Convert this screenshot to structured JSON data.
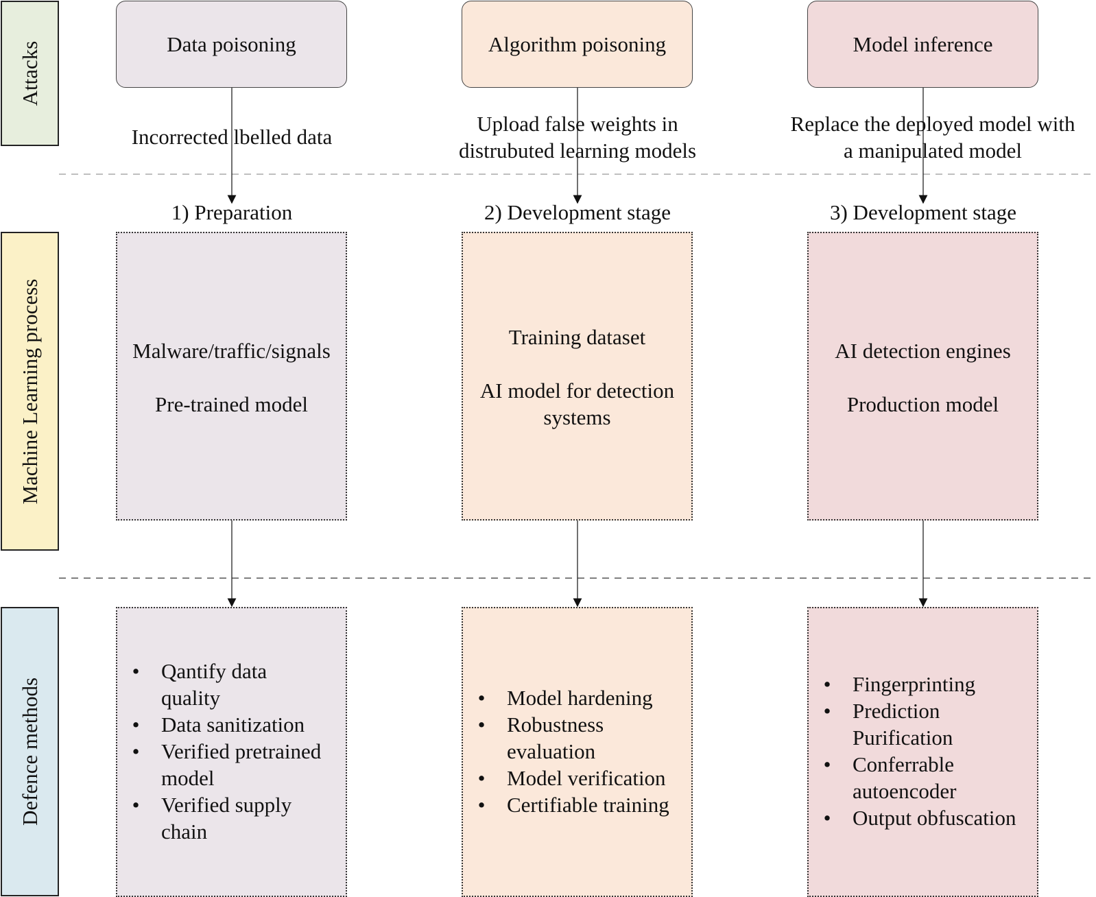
{
  "colors": {
    "col1": "#ebe5ea",
    "col2": "#fbe8da",
    "col3": "#f1dadb",
    "attacks_side": "#e7eedd",
    "ml_side": "#fbf1c7",
    "defence_side": "#dae9ef"
  },
  "rows": {
    "attacks": "Attacks",
    "ml_process": "Machine Learning process",
    "defence": "Defence methods"
  },
  "columns": [
    {
      "attack": "Data poisoning",
      "attack_desc": [
        "Incorrected lbelled data"
      ],
      "stage": "1) Preparation",
      "ml_items": [
        "Malware/traffic/signals",
        "Pre-trained model"
      ],
      "defences": [
        {
          "bullet": "•",
          "lines": [
            "Qantify data",
            "quality"
          ]
        },
        {
          "bullet": "•",
          "lines": [
            "Data sanitization"
          ]
        },
        {
          "bullet": "•",
          "lines": [
            "Verified pretrained",
            "model"
          ]
        },
        {
          "bullet": "•",
          "lines": [
            "Verified supply",
            "chain"
          ]
        }
      ]
    },
    {
      "attack": "Algorithm poisoning",
      "attack_desc": [
        "Upload false weights in",
        "distrubuted learning models"
      ],
      "stage": "2) Development stage",
      "ml_items": [
        "Training dataset",
        "AI model for detection",
        "systems"
      ],
      "defences": [
        {
          "bullet": "•",
          "lines": [
            "Model hardening"
          ]
        },
        {
          "bullet": "•",
          "lines": [
            "Robustness",
            "evaluation"
          ]
        },
        {
          "bullet": "•",
          "lines": [
            "Model verification"
          ]
        },
        {
          "bullet": "•",
          "lines": [
            "Certifiable training"
          ]
        }
      ]
    },
    {
      "attack": "Model inference",
      "attack_desc": [
        "Replace the deployed model with",
        "a manipulated model"
      ],
      "stage": "3) Development stage",
      "ml_items": [
        "AI detection engines",
        "Production model"
      ],
      "defences": [
        {
          "bullet": "•",
          "lines": [
            "Fingerprinting"
          ]
        },
        {
          "bullet": "•",
          "lines": [
            "Prediction",
            "Purification"
          ]
        },
        {
          "bullet": "•",
          "lines": [
            "Conferrable",
            "autoencoder"
          ]
        },
        {
          "bullet": "•",
          "lines": [
            "Output obfuscation"
          ]
        }
      ]
    }
  ]
}
